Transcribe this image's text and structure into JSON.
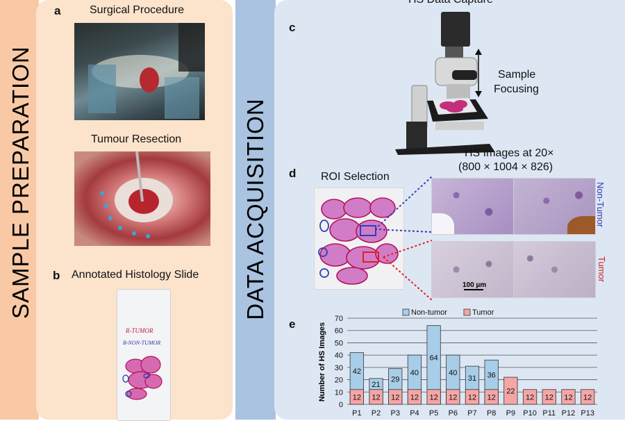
{
  "sections": {
    "sample_preparation": "SAMPLE PREPARATION",
    "data_acquisition": "DATA ACQUISITION"
  },
  "panels": {
    "a": {
      "letter": "a",
      "caption_top": "Surgical Procedure",
      "caption_bottom": "Tumour Resection"
    },
    "b": {
      "letter": "b",
      "caption": "Annotated Histology Slide",
      "slide_text_1": "R-TUMOR",
      "slide_text_2": "B-NON-TUMOR"
    },
    "c": {
      "letter": "c",
      "caption": "HS Data Capture",
      "focus_label_1": "Sample",
      "focus_label_2": "Focusing"
    },
    "d": {
      "letter": "d",
      "roi_caption": "ROI Selection",
      "hs_caption_1": "HS Images at 20×",
      "hs_caption_2": "(800 × 1004 × 826)",
      "label_non_tumor": "Non-Tumor",
      "label_tumor": "Tumor",
      "scale_bar": "100 µm"
    },
    "e": {
      "letter": "e"
    }
  },
  "colors": {
    "non_tumor": "#a8cde8",
    "tumor": "#f4a6a6",
    "non_tumor_label": "#3a3ab0",
    "tumor_label": "#d42020"
  },
  "chart_data": {
    "type": "bar",
    "ylabel": "Number of HS Images",
    "ylim": [
      0,
      70
    ],
    "yticks": [
      0,
      10,
      20,
      30,
      40,
      50,
      60,
      70
    ],
    "categories": [
      "P1",
      "P2",
      "P3",
      "P4",
      "P5",
      "P6",
      "P7",
      "P8",
      "P9",
      "P10",
      "P11",
      "P12",
      "P13"
    ],
    "legend_position": "top",
    "series": [
      {
        "name": "Non-tumor",
        "values": [
          42,
          21,
          29,
          40,
          64,
          40,
          31,
          36,
          0,
          0,
          0,
          0,
          0
        ]
      },
      {
        "name": "Tumor",
        "values": [
          12,
          12,
          12,
          12,
          12,
          12,
          12,
          12,
          22,
          12,
          12,
          12,
          12
        ]
      }
    ],
    "grid": true
  }
}
